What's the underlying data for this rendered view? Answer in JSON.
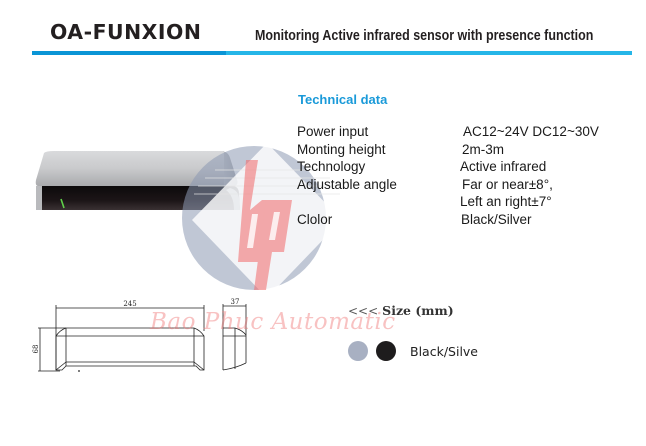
{
  "header": {
    "model": "OA-FUNXION",
    "subtitle": "Monitoring Active infrared sensor with presence function",
    "rule_colors": [
      "#0a95d6",
      "#25b6e8"
    ]
  },
  "technical_data": {
    "title": "Technical data",
    "title_color": "#1a9ad9",
    "rows": [
      {
        "label": "Power input",
        "value": "AC12~24V DC12~30V"
      },
      {
        "label": "Monting height",
        "value": "2m-3m"
      },
      {
        "label": "Technology",
        "value": "Active infrared"
      },
      {
        "label": "Adjustable angle",
        "value": "Far or near±8°,"
      },
      {
        "label": "",
        "value": "Left an right±7°"
      },
      {
        "label": "Clolor",
        "value": "Black/Silver"
      }
    ]
  },
  "drawing": {
    "width_label": "245",
    "height_label": "68",
    "depth_label": "37"
  },
  "size": {
    "arrows": "<<<",
    "label": "Size (mm)"
  },
  "colors": {
    "swatches": [
      {
        "name": "silver",
        "hex": "#a8b0c2"
      },
      {
        "name": "black",
        "hex": "#1e1c1d"
      }
    ],
    "label": "Black/Silve"
  },
  "watermark": {
    "logo_text": "bp",
    "brand_text": "Bao Phuc Automatic"
  }
}
